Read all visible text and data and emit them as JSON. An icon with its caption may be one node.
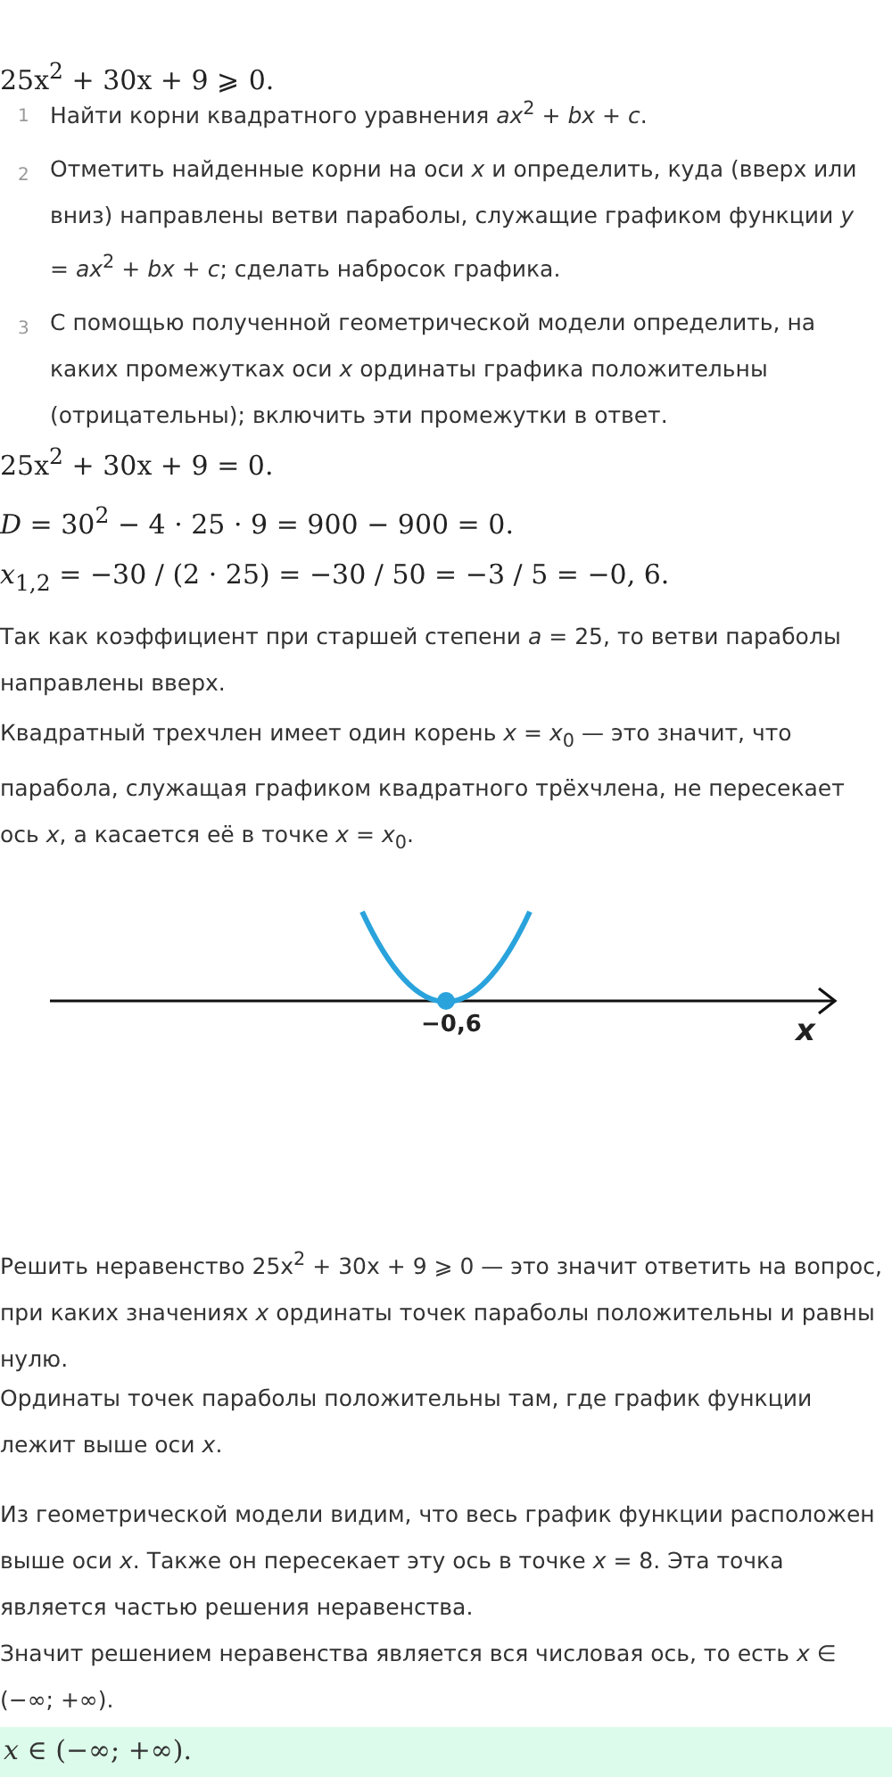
{
  "diagram": {
    "nodes": [
      {
        "text": [
          "*x* ∈ (−∞; +∞)."
        ]
      }
    ],
    "labels": [
      "25x$^{2}$ + 30x + 9 ⩾ 0.",
      "1",
      "Найти корни квадратного уравнения *ax*$^{2}$ + *bx* + *c*.",
      "2",
      "Отметить найденные корни на оси *x* и определить, куда (вверх или вниз) направлены ветви параболы, служащие графиком функции *y* = *ax*$^{2}$ + *bx* + *c*; сделать набросок графика.",
      "3",
      "С помощью полученной геометрической модели определить, на каких промежутках оси *x* ординаты графика положительны (отрицательны); включить эти промежутки в ответ.",
      "25x$^{2}$ + 30x + 9 = 0.",
      "*D* = 30$^{2}$ − 4 · 25 · 9 = 900 − 900 = 0.",
      "*x*$_{1,2}$ = −30 / (2 · 25) = −30 / 50 = −3 / 5 = −0, 6.",
      "Так как коэффициент при старшей степени *a* = 25, то ветви параболы направлены вверх.",
      "Квадратный трехчлен имеет один корень *x* = *x*$_{0}$ — это значит, что парабола, служащая графиком квадратного трёхчлена, не пересекает ось *x*, а касается её в точке *x* = *x*$_{0}$.",
      "−0,6",
      "x",
      "Решить неравенство 25x$^{2}$ + 30x + 9 ⩾ 0 — это значит ответить на вопрос, при каких значениях *x* ординаты точек параболы положительны и равны нулю.",
      "Ординаты точек параболы положительны там, где график функции лежит выше оси *x*.",
      "Из геометрической модели видим, что весь график функции расположен выше оси *x*. Также он пересекает эту ось в точке *x* = 8. Эта точка является частью решения неравенства.",
      "Значит решением неравенства является вся числовая ось, то есть *x* ∈ (−∞; +∞)."
    ]
  }
}
